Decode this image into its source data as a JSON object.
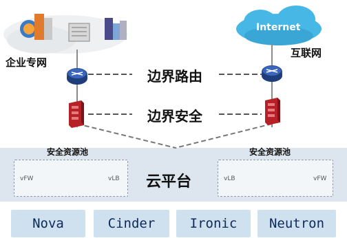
{
  "colors": {
    "router": "#2a4f9b",
    "firewall": "#b52127",
    "cloud": "#47b7e6",
    "platform": "#dde6ee",
    "service_tile": "#cfe0ee",
    "service_text": "#0d2b5a"
  },
  "enterprise": {
    "label": "企业专网",
    "icon": "building-cluster-icon"
  },
  "internet": {
    "cloud_text": "Internet",
    "label": "互联网",
    "icon": "cloud-icon"
  },
  "border": {
    "routing_label": "边界路由",
    "security_label": "边界安全"
  },
  "platform": {
    "label": "云平台",
    "left_pool": {
      "title": "安全资源池",
      "tag_left": "vFW",
      "tag_right": "vLB"
    },
    "right_pool": {
      "title": "安全资源池",
      "tag_left": "vLB",
      "tag_right": "vFW"
    }
  },
  "services": [
    "Nova",
    "Cinder",
    "Ironic",
    "Neutron"
  ]
}
